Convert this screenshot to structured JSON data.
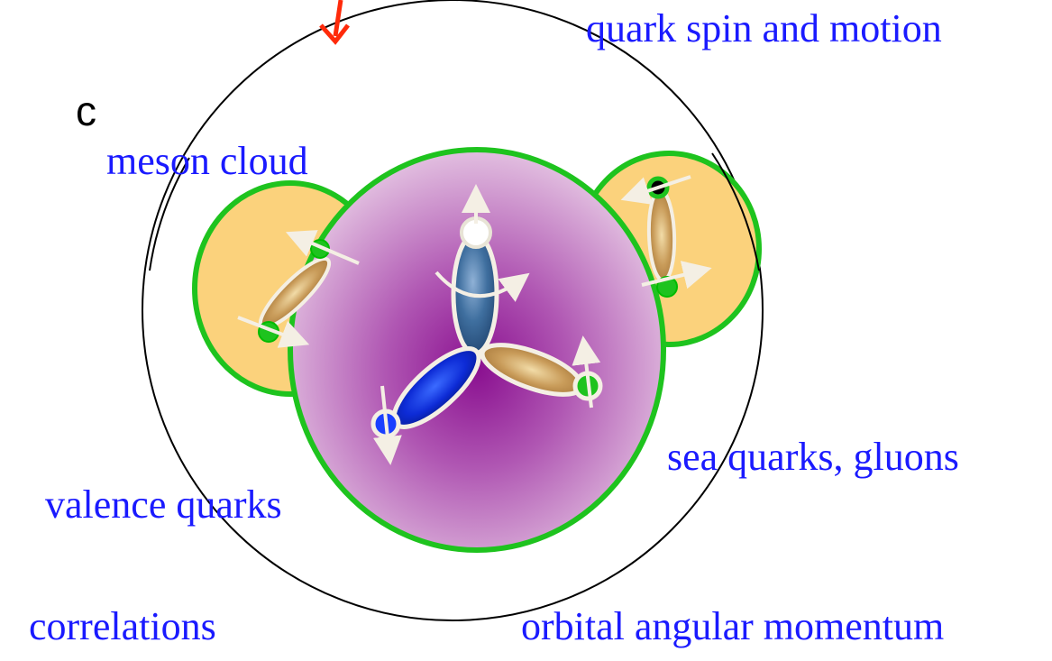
{
  "labels": {
    "quark_spin": "quark spin and motion",
    "meson_cloud": "meson cloud",
    "sea_quarks": "sea quarks, gluons",
    "valence_quarks": "valence quarks",
    "correlations": "correlations",
    "orbital": "orbital angular momentum",
    "cut_char": "c"
  },
  "colors": {
    "label_blue": "#1a1aff",
    "ring_green": "#1ec31e",
    "cloud_fill": "#fbd27c",
    "core_dark": "#8a1090",
    "core_light": "#e2bfe0",
    "indicator_arrow": "#ff2a0a",
    "outline_black": "#000000"
  },
  "icons": {
    "indicator": "red-arrow-icon",
    "spin": "spin-arrow-icon"
  }
}
